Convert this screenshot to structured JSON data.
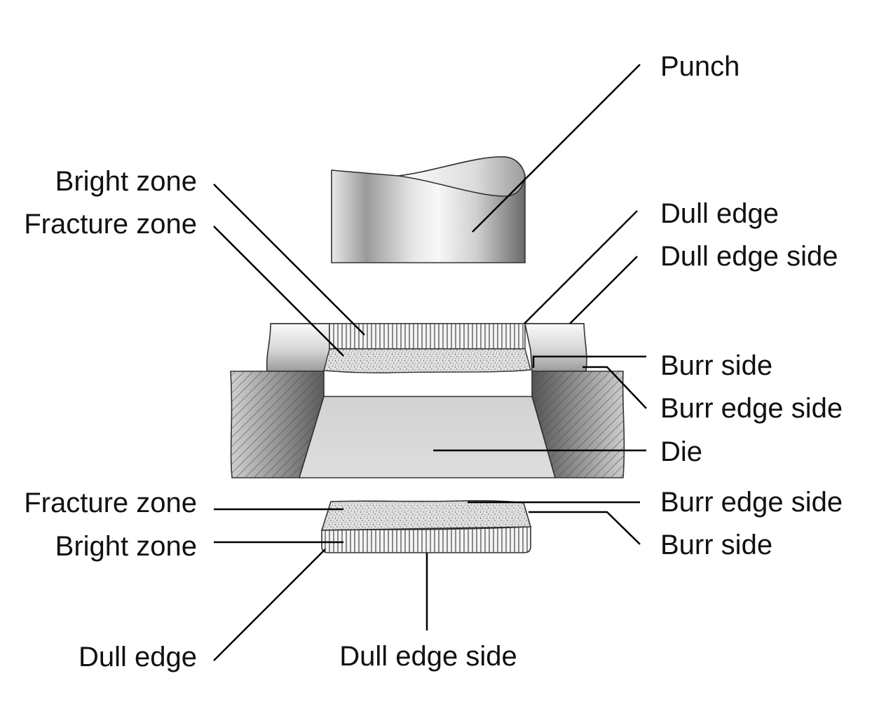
{
  "labels": {
    "punch": "Punch",
    "top_bright_zone": "Bright zone",
    "top_fracture_zone": "Fracture zone",
    "top_dull_edge": "Dull edge",
    "top_dull_edge_side": "Dull edge side",
    "top_burr_side": "Burr side",
    "top_burr_edge_side": "Burr edge side",
    "die": "Die",
    "bottom_fracture_zone": "Fracture zone",
    "bottom_bright_zone": "Bright zone",
    "bottom_burr_edge_side": "Burr edge side",
    "bottom_burr_side": "Burr side",
    "bottom_dull_edge": "Dull edge",
    "bottom_dull_edge_side": "Dull edge side"
  },
  "colors": {
    "background": "#ffffff",
    "text": "#111111",
    "leader_line": "#000000",
    "metal_dark": "#6e6e6e",
    "metal_light": "#f2f2f2",
    "hatch": "#5a5a5a",
    "fracture_fill": "#e4e4e4"
  }
}
